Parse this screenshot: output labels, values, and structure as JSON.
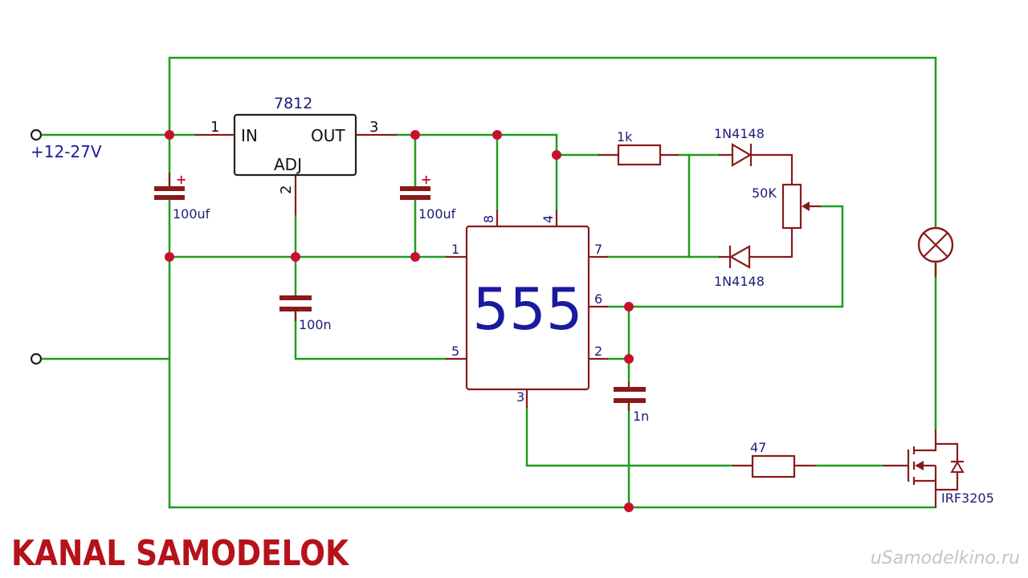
{
  "diagram": {
    "input_label": "+12-27V",
    "regulator": {
      "part": "7812",
      "pin_in": "IN",
      "pin_out": "OUT",
      "pin_adj": "ADJ",
      "pin1": "1",
      "pin2": "2",
      "pin3": "3"
    },
    "c_in": "100uf",
    "c_out": "100uf",
    "c_adj": "100n",
    "timer": {
      "label": "555",
      "pins": {
        "p1": "1",
        "p2": "2",
        "p3": "3",
        "p4": "4",
        "p5": "5",
        "p6": "6",
        "p7": "7",
        "p8": "8"
      }
    },
    "r_1k": "1k",
    "diode_top": "1N4148",
    "diode_bottom": "1N4148",
    "pot": "50K",
    "c_timing": "1n",
    "r_gate": "47",
    "mosfet": "IRF3205",
    "polarity_mark": "+"
  },
  "branding": {
    "channel": "KANAL SAMODELOK",
    "watermark": "uSamodelkino.ru"
  },
  "colors": {
    "wire": "#1e9e1e",
    "component": "#8a1a1a",
    "junction": "#c8102e",
    "label": "#1a1aa0",
    "brand": "#b5121b"
  }
}
